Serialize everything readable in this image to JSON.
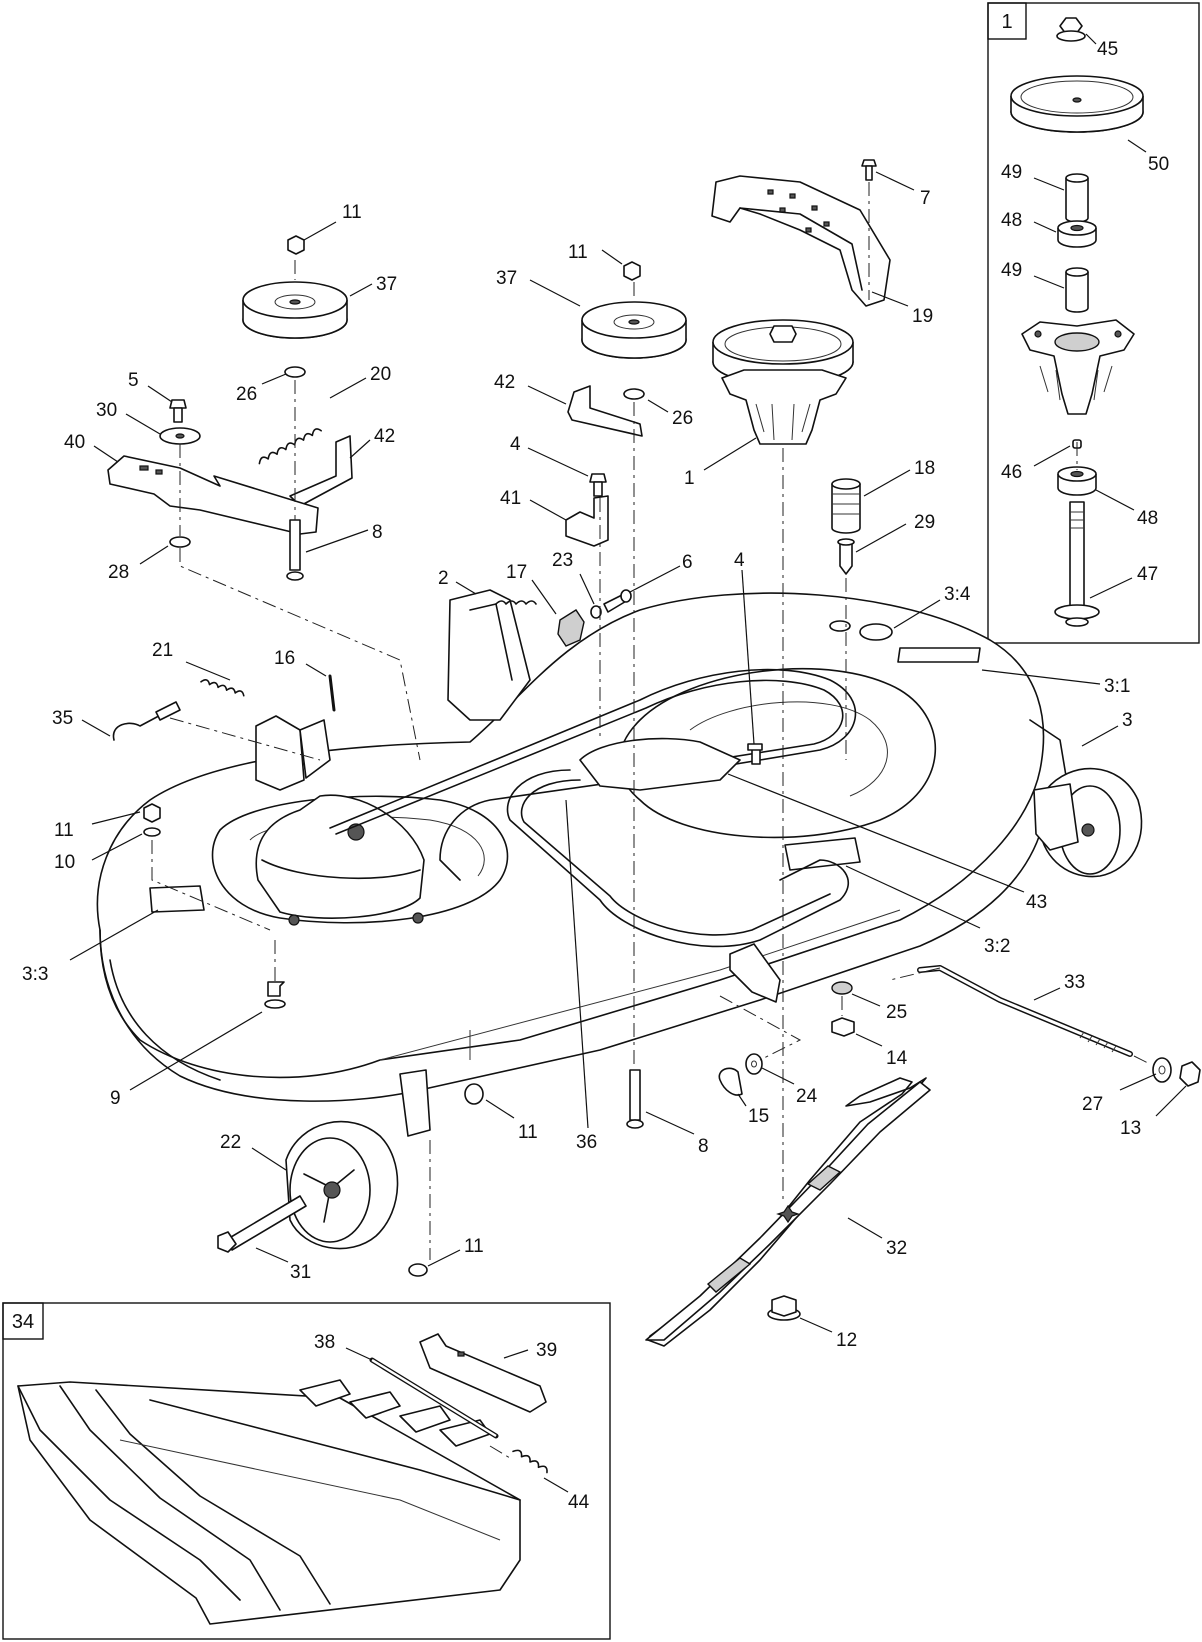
{
  "detail_boxes": [
    {
      "id": "box-spindle",
      "label": "1"
    },
    {
      "id": "box-deflector",
      "label": "34"
    }
  ],
  "callouts": [
    {
      "id": "c-45",
      "text": "45"
    },
    {
      "id": "c-50",
      "text": "50"
    },
    {
      "id": "c-49a",
      "text": "49"
    },
    {
      "id": "c-48a",
      "text": "48"
    },
    {
      "id": "c-49b",
      "text": "49"
    },
    {
      "id": "c-46",
      "text": "46"
    },
    {
      "id": "c-48b",
      "text": "48"
    },
    {
      "id": "c-47",
      "text": "47"
    },
    {
      "id": "c-7",
      "text": "7"
    },
    {
      "id": "c-19",
      "text": "19"
    },
    {
      "id": "c-1",
      "text": "1"
    },
    {
      "id": "c-18",
      "text": "18"
    },
    {
      "id": "c-29",
      "text": "29"
    },
    {
      "id": "c-3-4",
      "text": "3:4"
    },
    {
      "id": "c-3-1",
      "text": "3:1"
    },
    {
      "id": "c-3",
      "text": "3"
    },
    {
      "id": "c-11a",
      "text": "11"
    },
    {
      "id": "c-37a",
      "text": "37"
    },
    {
      "id": "c-5",
      "text": "5"
    },
    {
      "id": "c-30",
      "text": "30"
    },
    {
      "id": "c-40",
      "text": "40"
    },
    {
      "id": "c-26a",
      "text": "26"
    },
    {
      "id": "c-20",
      "text": "20"
    },
    {
      "id": "c-42a",
      "text": "42"
    },
    {
      "id": "c-8a",
      "text": "8"
    },
    {
      "id": "c-28",
      "text": "28"
    },
    {
      "id": "c-11b",
      "text": "11"
    },
    {
      "id": "c-37b",
      "text": "37"
    },
    {
      "id": "c-42b",
      "text": "42"
    },
    {
      "id": "c-26b",
      "text": "26"
    },
    {
      "id": "c-4a",
      "text": "4"
    },
    {
      "id": "c-41",
      "text": "41"
    },
    {
      "id": "c-2",
      "text": "2"
    },
    {
      "id": "c-17",
      "text": "17"
    },
    {
      "id": "c-23",
      "text": "23"
    },
    {
      "id": "c-6",
      "text": "6"
    },
    {
      "id": "c-4b",
      "text": "4"
    },
    {
      "id": "c-21",
      "text": "21"
    },
    {
      "id": "c-16",
      "text": "16"
    },
    {
      "id": "c-35",
      "text": "35"
    },
    {
      "id": "c-11c",
      "text": "11"
    },
    {
      "id": "c-10",
      "text": "10"
    },
    {
      "id": "c-43",
      "text": "43"
    },
    {
      "id": "c-3-2",
      "text": "3:2"
    },
    {
      "id": "c-3-3",
      "text": "3:3"
    },
    {
      "id": "c-9",
      "text": "9"
    },
    {
      "id": "c-36",
      "text": "36"
    },
    {
      "id": "c-8b",
      "text": "8"
    },
    {
      "id": "c-11d",
      "text": "11"
    },
    {
      "id": "c-22",
      "text": "22"
    },
    {
      "id": "c-31",
      "text": "31"
    },
    {
      "id": "c-11e",
      "text": "11"
    },
    {
      "id": "c-25",
      "text": "25"
    },
    {
      "id": "c-14",
      "text": "14"
    },
    {
      "id": "c-24",
      "text": "24"
    },
    {
      "id": "c-15",
      "text": "15"
    },
    {
      "id": "c-33",
      "text": "33"
    },
    {
      "id": "c-27",
      "text": "27"
    },
    {
      "id": "c-13",
      "text": "13"
    },
    {
      "id": "c-32",
      "text": "32"
    },
    {
      "id": "c-12",
      "text": "12"
    },
    {
      "id": "c-38",
      "text": "38"
    },
    {
      "id": "c-39",
      "text": "39"
    },
    {
      "id": "c-44",
      "text": "44"
    }
  ]
}
